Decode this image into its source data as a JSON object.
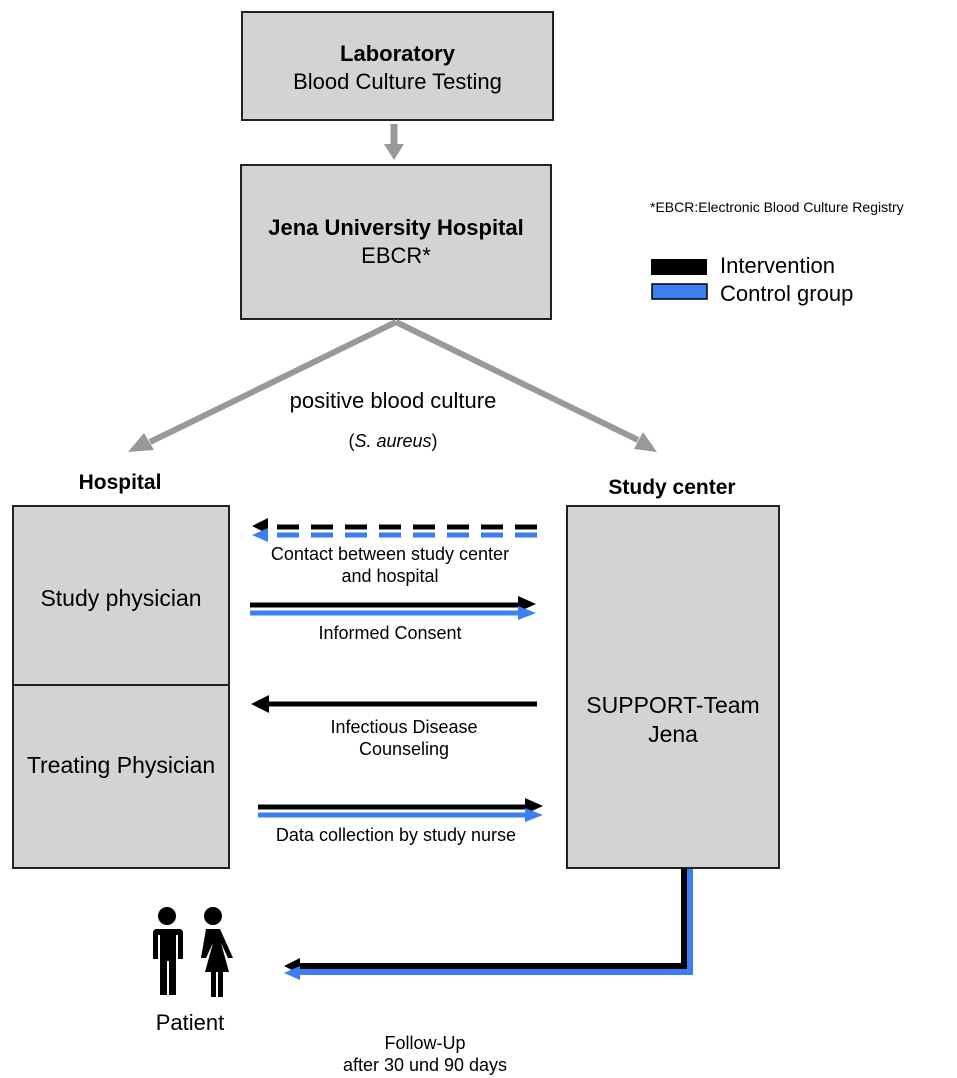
{
  "colors": {
    "intervention": "#000000",
    "control": "#3b7ff2",
    "box_fill": "#d3d3d3",
    "gray_arrow": "#999999"
  },
  "lab": {
    "title": "Laboratory",
    "subtitle": "Blood Culture Testing"
  },
  "hospital_center": {
    "title": "Jena University Hospital",
    "subtitle": "EBCR*"
  },
  "footnote": "*EBCR:Electronic Blood Culture Registry",
  "legend": {
    "intervention": "Intervention",
    "control": "Control group"
  },
  "branch": {
    "label": "positive blood culture",
    "organism": "S. aureus"
  },
  "hospital": {
    "header": "Hospital",
    "study_physician": "Study physician",
    "treating_physician": "Treating Physician"
  },
  "study_center": {
    "header": "Study center",
    "team_line1": "SUPPORT-Team",
    "team_line2": "Jena"
  },
  "flows": {
    "contact_line1": "Contact between study center",
    "contact_line2": "and hospital",
    "consent": "Informed Consent",
    "counseling_line1": "Infectious Disease",
    "counseling_line2": "Counseling",
    "data_collection": "Data collection by study nurse"
  },
  "patient": {
    "label": "Patient"
  },
  "followup": {
    "line1": "Follow-Up",
    "line2": "after 30 und 90 days"
  }
}
